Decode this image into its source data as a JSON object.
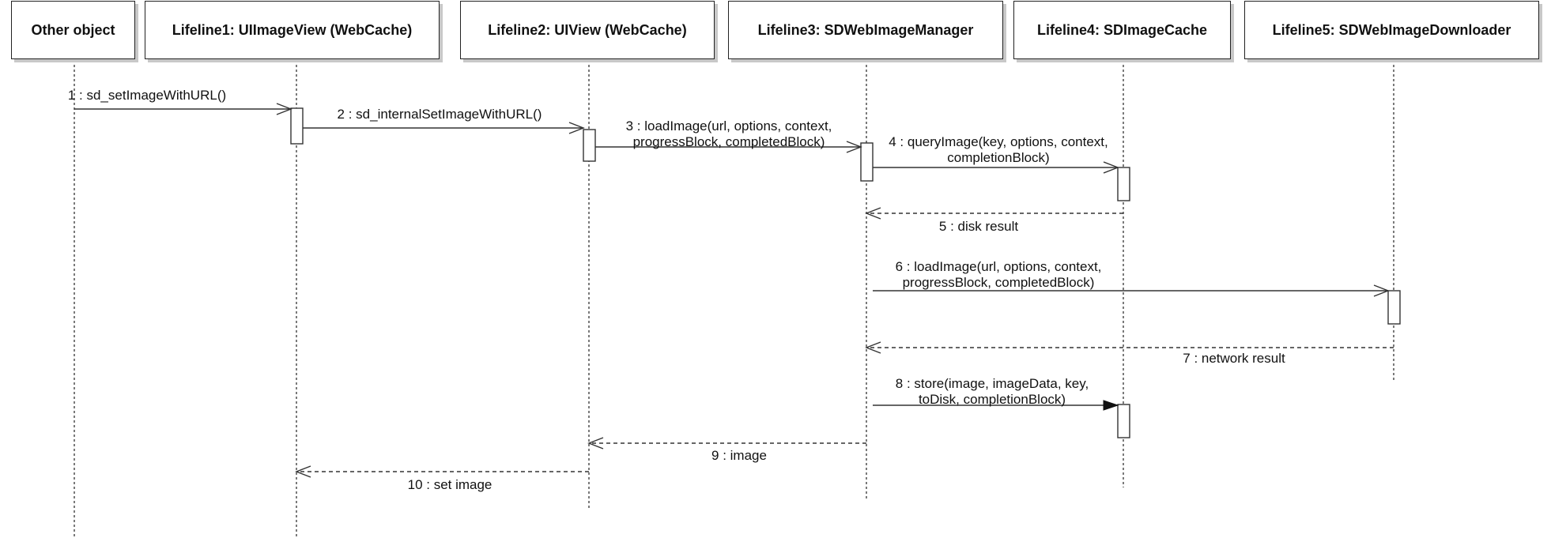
{
  "lifelines": [
    {
      "id": "other",
      "label": "Other object"
    },
    {
      "id": "l1",
      "label": "Lifeline1: UIImageView (WebCache)"
    },
    {
      "id": "l2",
      "label": "Lifeline2: UIView (WebCache)"
    },
    {
      "id": "l3",
      "label": "Lifeline3: SDWebImageManager"
    },
    {
      "id": "l4",
      "label": "Lifeline4: SDImageCache"
    },
    {
      "id": "l5",
      "label": "Lifeline5: SDWebImageDownloader"
    }
  ],
  "messages": [
    {
      "label": "1 : sd_setImageWithURL()",
      "from": "other",
      "to": "l1",
      "kind": "sync"
    },
    {
      "label": "2 : sd_internalSetImageWithURL()",
      "from": "l1",
      "to": "l2",
      "kind": "sync"
    },
    {
      "label": "3 : loadImage(url, options, context,\nprogressBlock, completedBlock)",
      "from": "l2",
      "to": "l3",
      "kind": "sync"
    },
    {
      "label": "4 : queryImage(key, options, context,\ncompletionBlock)",
      "from": "l3",
      "to": "l4",
      "kind": "sync"
    },
    {
      "label": "5 : disk result",
      "from": "l4",
      "to": "l3",
      "kind": "return"
    },
    {
      "label": "6 : loadImage(url, options, context,\nprogressBlock, completedBlock)",
      "from": "l3",
      "to": "l5",
      "kind": "sync"
    },
    {
      "label": "7 : network result",
      "from": "l5",
      "to": "l3",
      "kind": "return"
    },
    {
      "label": "8 : store(image, imageData, key,\ntoDisk, completionBlock)",
      "from": "l3",
      "to": "l4",
      "kind": "async"
    },
    {
      "label": "9 : image",
      "from": "l3",
      "to": "l2",
      "kind": "return"
    },
    {
      "label": "10 : set image",
      "from": "l2",
      "to": "l1",
      "kind": "return"
    }
  ]
}
